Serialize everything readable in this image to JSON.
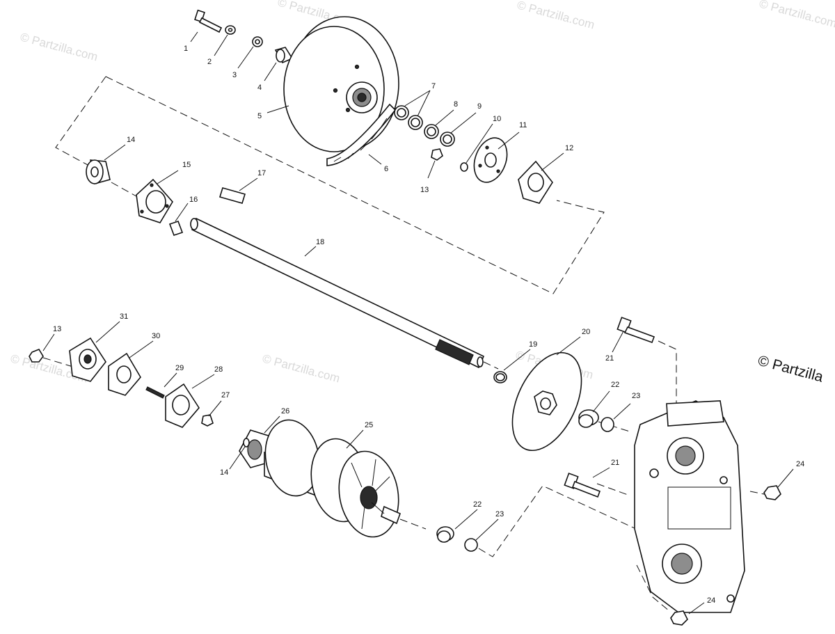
{
  "watermark": {
    "text": "© Partzilla.com",
    "corner_text": "© Partzilla"
  },
  "callouts": [
    {
      "id": "c1",
      "label": "1"
    },
    {
      "id": "c2",
      "label": "2"
    },
    {
      "id": "c3",
      "label": "3"
    },
    {
      "id": "c4",
      "label": "4"
    },
    {
      "id": "c5",
      "label": "5"
    },
    {
      "id": "c6",
      "label": "6"
    },
    {
      "id": "c7",
      "label": "7"
    },
    {
      "id": "c8",
      "label": "8"
    },
    {
      "id": "c9",
      "label": "9"
    },
    {
      "id": "c10",
      "label": "10"
    },
    {
      "id": "c11",
      "label": "11"
    },
    {
      "id": "c12",
      "label": "12"
    },
    {
      "id": "c13a",
      "label": "13"
    },
    {
      "id": "c14a",
      "label": "14"
    },
    {
      "id": "c15",
      "label": "15"
    },
    {
      "id": "c16",
      "label": "16"
    },
    {
      "id": "c17",
      "label": "17"
    },
    {
      "id": "c18",
      "label": "18"
    },
    {
      "id": "c13b",
      "label": "13"
    },
    {
      "id": "c31",
      "label": "31"
    },
    {
      "id": "c30",
      "label": "30"
    },
    {
      "id": "c29",
      "label": "29"
    },
    {
      "id": "c28",
      "label": "28"
    },
    {
      "id": "c27",
      "label": "27"
    },
    {
      "id": "c26",
      "label": "26"
    },
    {
      "id": "c25",
      "label": "25"
    },
    {
      "id": "c14b",
      "label": "14"
    },
    {
      "id": "c19",
      "label": "19"
    },
    {
      "id": "c20",
      "label": "20"
    },
    {
      "id": "c21a",
      "label": "21"
    },
    {
      "id": "c21b",
      "label": "21"
    },
    {
      "id": "c22a",
      "label": "22"
    },
    {
      "id": "c23a",
      "label": "23"
    },
    {
      "id": "c22b",
      "label": "22"
    },
    {
      "id": "c23b",
      "label": "23"
    },
    {
      "id": "c24a",
      "label": "24"
    },
    {
      "id": "c24b",
      "label": "24"
    }
  ]
}
